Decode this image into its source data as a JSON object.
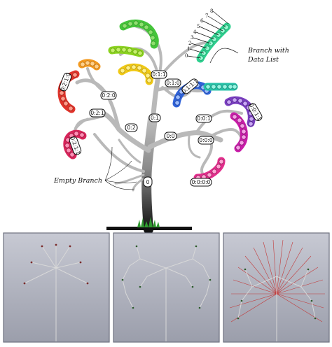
{
  "annotations": {
    "branch_with_data_list": "Branch with Data List",
    "empty_branch": "Empty Branch"
  },
  "branch_labels": [
    "0",
    "0:1",
    "0:2",
    "0:0",
    "0:1:1",
    "0:1:0",
    "0:2:1",
    "0:2:0",
    "0:0:1",
    "0:0:0",
    "0:1:1:1",
    "0:2:1:0",
    "0:2:1:1",
    "0:0:1:1",
    "0:0:0:0"
  ],
  "data_list_indices": [
    "0",
    "1",
    "2",
    "3",
    "4",
    "5",
    "6",
    "7",
    "8"
  ],
  "colors": {
    "trunk": "#1b1b1b",
    "branch": "#b9b9b9",
    "grass": "#2f9a2f",
    "panel_bg": "#a9acb8",
    "panel_border": "#6e7180",
    "leaf_green": "#45c43a",
    "leaf_mint": "#2ed08f",
    "leaf_lime": "#8ad21d",
    "leaf_orange": "#f39a20",
    "leaf_yellow": "#f0c915",
    "leaf_red": "#e0332a",
    "leaf_crimson": "#d8245a",
    "leaf_blue": "#2f62d8",
    "leaf_teal": "#26c2a8",
    "leaf_purple": "#7a3ec0",
    "leaf_magenta": "#c81da8",
    "leaf_pink": "#e22e8c"
  },
  "panels": [
    {
      "name": "tree-panel-sparse",
      "nodes": "radial-simple"
    },
    {
      "name": "tree-panel-medium",
      "nodes": "symmetric-split"
    },
    {
      "name": "tree-panel-dense",
      "nodes": "fan-dense"
    }
  ]
}
